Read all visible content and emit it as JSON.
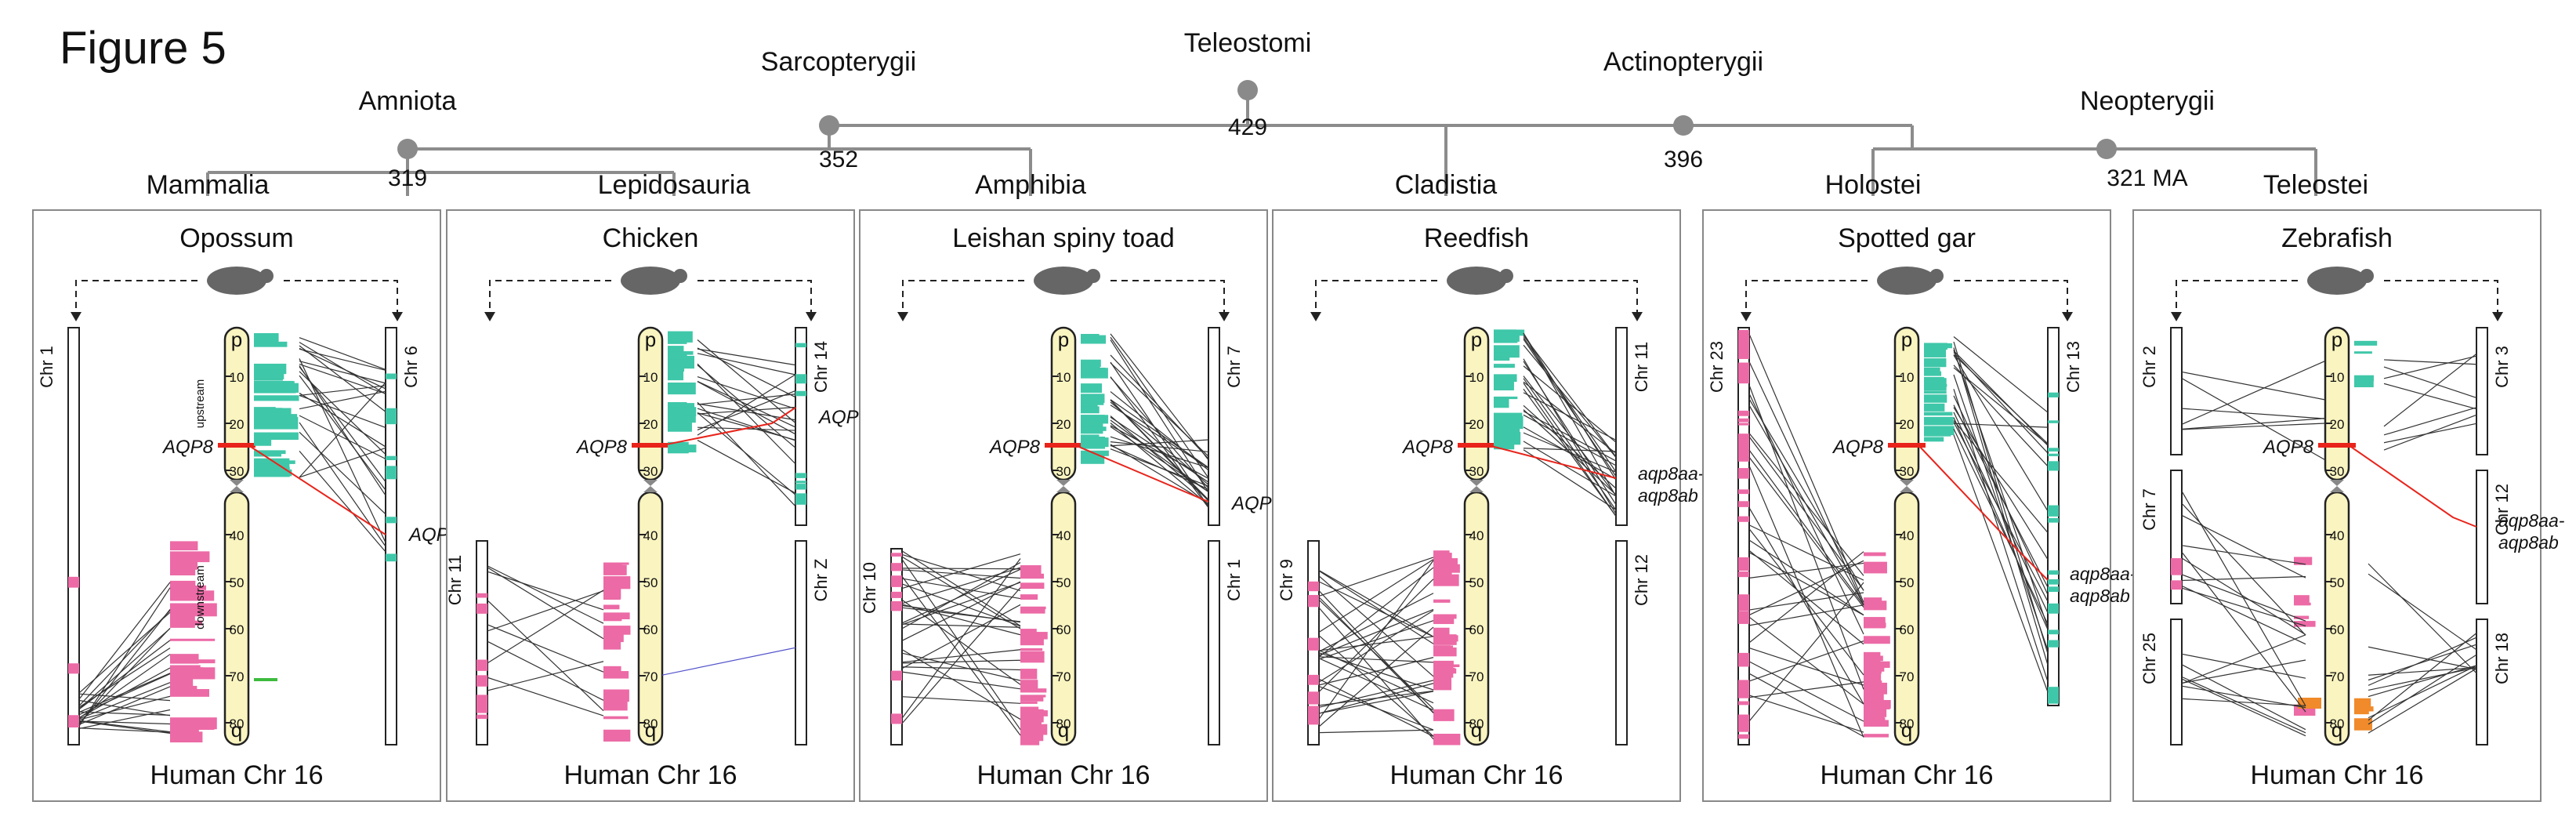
{
  "figure": {
    "title": "Figure 5"
  },
  "tree": {
    "nodes": [
      {
        "id": "teleostomi",
        "label": "Teleostomi",
        "age": "429"
      },
      {
        "id": "sarcopterygii",
        "label": "Sarcopterygii",
        "age": "352"
      },
      {
        "id": "amniota",
        "label": "Amniota",
        "age": "319"
      },
      {
        "id": "actinopterygii",
        "label": "Actinopterygii",
        "age": "396"
      },
      {
        "id": "neopterygii",
        "label": "Neopterygii",
        "age": "321 MA"
      }
    ],
    "leaves": [
      "Mammalia",
      "Lepidosauria",
      "Amphibia",
      "Cladistia",
      "Holostei",
      "Teleostei"
    ]
  },
  "human_chromosome": {
    "caption": "Human Chr 16",
    "gene_label": "AQP8",
    "ticks": [
      "10",
      "20",
      "30",
      "40",
      "50",
      "60",
      "70",
      "80"
    ],
    "p_label": "p",
    "q_label": "q",
    "upstream_label": "upstream",
    "downstream_label": "downstream"
  },
  "panels": [
    {
      "species": "Opossum",
      "icon": "opossum-icon",
      "chromosomes": [
        {
          "label": "Chr 1"
        },
        {
          "label": "Chr 6"
        }
      ],
      "gene_labels": [
        "AQP8"
      ]
    },
    {
      "species": "Chicken",
      "icon": "chicken-icon",
      "chromosomes": [
        {
          "label": "Chr 11"
        },
        {
          "label": "Chr 14"
        },
        {
          "label": "Chr Z"
        }
      ],
      "gene_labels": [
        "AQP8"
      ]
    },
    {
      "species": "Leishan spiny toad",
      "icon": "toad-icon",
      "chromosomes": [
        {
          "label": "Chr 10"
        },
        {
          "label": "Chr 7"
        },
        {
          "label": "Chr 1"
        }
      ],
      "gene_labels": [
        "AQP8"
      ]
    },
    {
      "species": "Reedfish",
      "icon": "reedfish-icon",
      "chromosomes": [
        {
          "label": "Chr 9"
        },
        {
          "label": "Chr 11"
        },
        {
          "label": "Chr 12"
        }
      ],
      "gene_labels": [
        "aqp8aa-",
        "aqp8ab"
      ]
    },
    {
      "species": "Spotted gar",
      "icon": "gar-icon",
      "chromosomes": [
        {
          "label": "Chr 23"
        },
        {
          "label": "Chr 13"
        }
      ],
      "gene_labels": [
        "aqp8aa-",
        "aqp8ab"
      ]
    },
    {
      "species": "Zebrafish",
      "icon": "zebrafish-icon",
      "chromosomes": [
        {
          "label": "Chr 2"
        },
        {
          "label": "Chr 7"
        },
        {
          "label": "Chr 25"
        },
        {
          "label": "Chr 3"
        },
        {
          "label": "Chr 12"
        },
        {
          "label": "Chr 18"
        }
      ],
      "gene_labels": [
        "aqp8aa-",
        "aqp8ab"
      ]
    }
  ],
  "colors": {
    "teal": "#3fc7a9",
    "pink": "#ec6aa6",
    "orange": "#f08a2a",
    "green": "#3dbb3d",
    "red": "#e8241b",
    "blue": "#5555cc",
    "chromosome_fill": "#faf4c0",
    "tree_line": "#8c8c8c",
    "node_fill": "#8a8a8a"
  }
}
